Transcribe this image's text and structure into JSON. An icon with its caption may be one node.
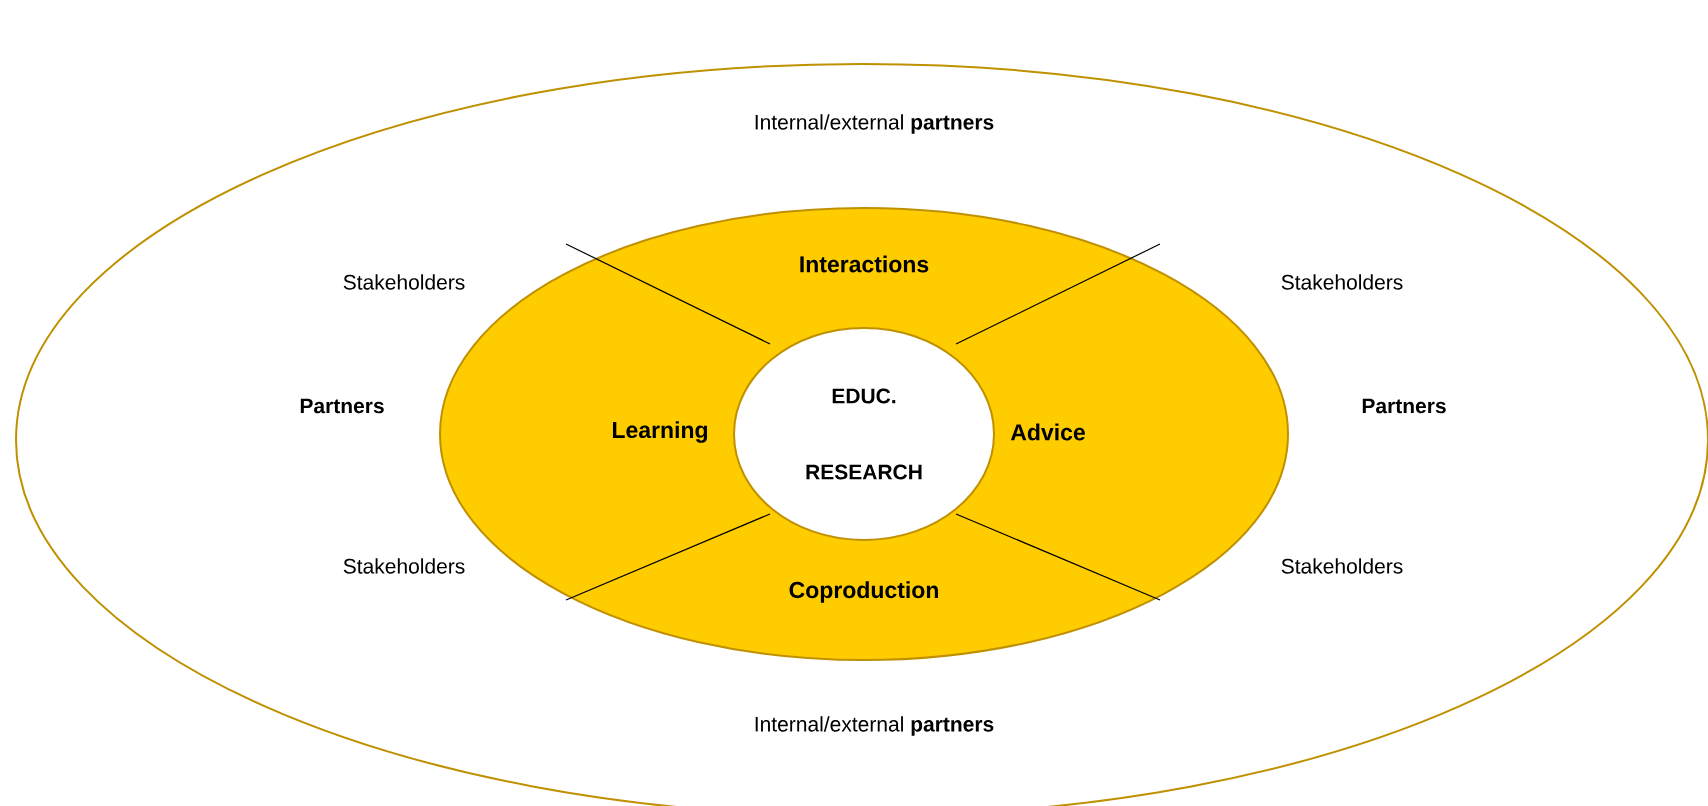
{
  "diagram": {
    "nodes": [
      {
        "text": [
          "Internal/external **partners**",
          "Stakeholders",
          "Stakeholders",
          "Partners",
          "Partners",
          "Stakeholders",
          "Stakeholders",
          "Internal/external **partners**"
        ]
      },
      {
        "text": [
          "Interactions",
          "Learning",
          "Advice",
          "Coproduction"
        ],
        "in": 0
      },
      {
        "text": [
          "EDUC.",
          "RESEARCH"
        ],
        "in": 1
      }
    ]
  }
}
